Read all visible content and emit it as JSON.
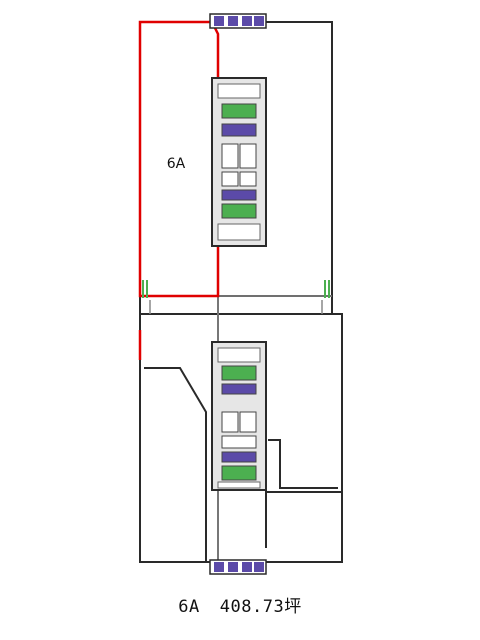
{
  "floor_plan": {
    "unit_label": "6A",
    "caption_unit": "6A",
    "caption_area": "408.73坪",
    "colors": {
      "wall": "#2a2a2a",
      "highlight": "#e00000",
      "core_fill": "#e6e6e6",
      "restroom": "#5b4aa8",
      "green": "#4caf50",
      "line": "#777777"
    }
  }
}
